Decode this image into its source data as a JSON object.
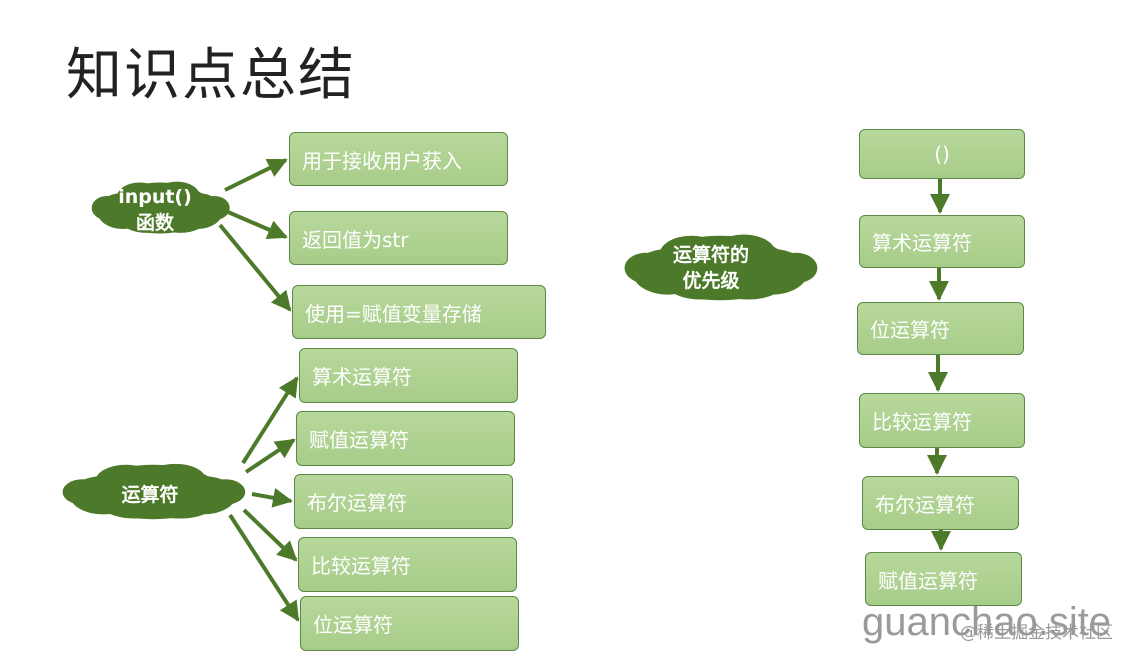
{
  "title": "知识点总结",
  "clouds": {
    "input": [
      "input()",
      "函数"
    ],
    "operators": [
      "运算符"
    ],
    "precedence": [
      "运算符的",
      "优先级"
    ]
  },
  "input_boxes": [
    "用于接收用户获入",
    "返回值为str",
    "使用=赋值变量存储"
  ],
  "operator_boxes": [
    "算术运算符",
    "赋值运算符",
    "布尔运算符",
    "比较运算符",
    "位运算符"
  ],
  "precedence_boxes": [
    "()",
    "算术运算符",
    "位运算符",
    "比较运算符",
    "布尔运算符",
    "赋值运算符"
  ],
  "watermark": {
    "site": "guanchao.site",
    "text": "@稀土掘金技术社区"
  },
  "colors": {
    "cloud": "#4d7a2a",
    "box": "#a9cd8b",
    "arrow": "#4d7a2a"
  }
}
